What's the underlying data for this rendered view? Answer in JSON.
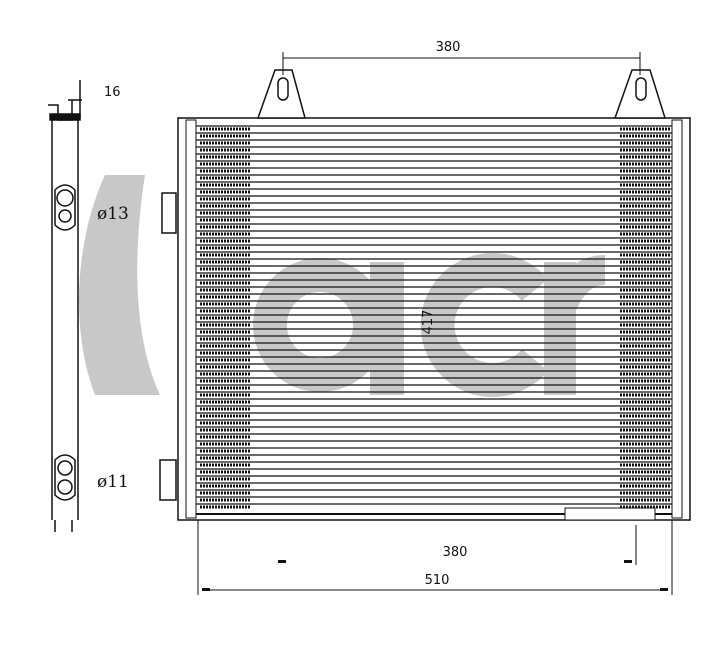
{
  "watermark": {
    "text": "acr",
    "color": "#c8c8c8"
  },
  "dimensions": {
    "top_bracket_spacing": "380",
    "side_depth": "16",
    "inlet_diameter": "ø13",
    "height": "417",
    "outlet_diameter": "ø11",
    "bottom_mount_spacing": "380",
    "overall_width": "510"
  },
  "line_color": "#111111"
}
